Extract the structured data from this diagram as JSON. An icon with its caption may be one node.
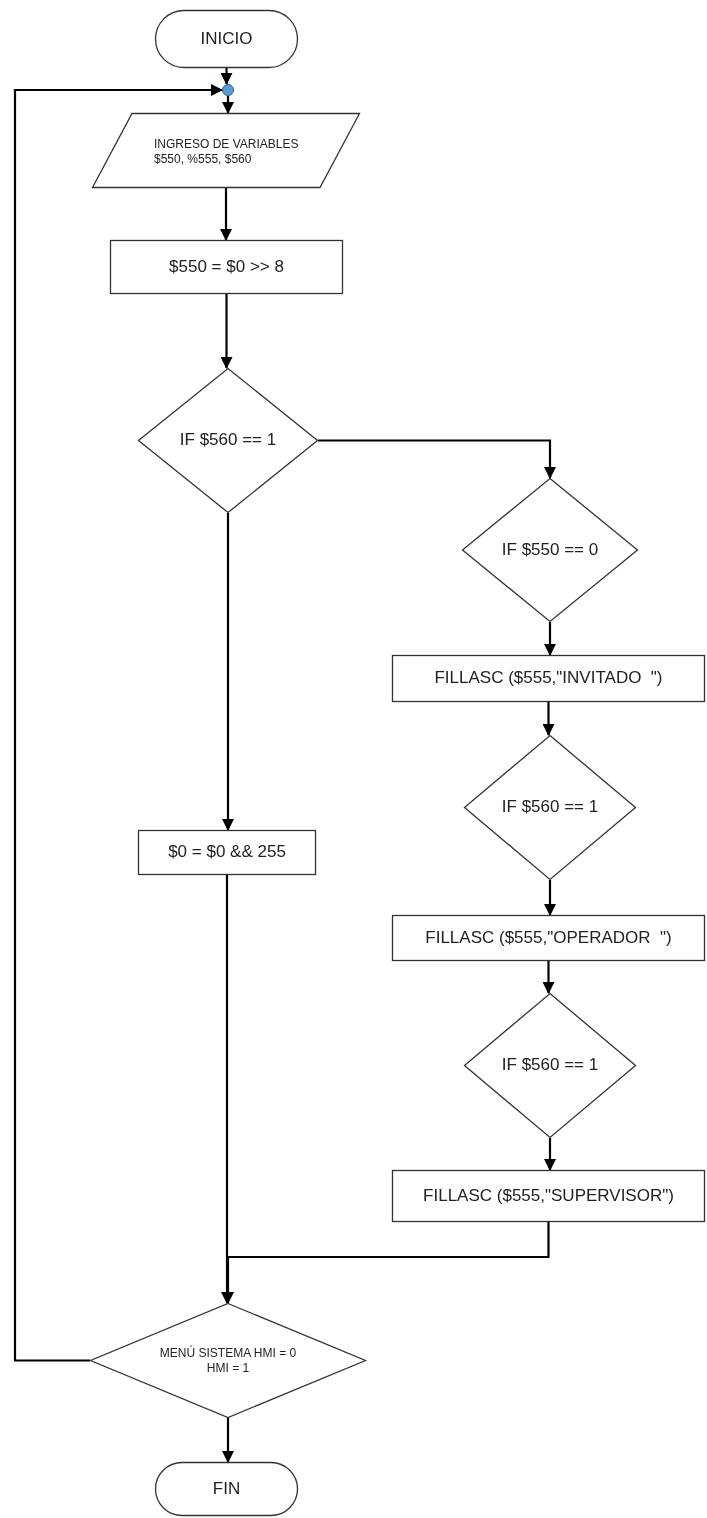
{
  "diagram": {
    "nodes": [
      {
        "text": [
          "INICIO"
        ]
      },
      {
        "text": [],
        "shape": "circle"
      },
      {
        "text": [
          "INGRESO DE VARIABLES $550, %555, $560"
        ]
      },
      {
        "text": [
          "$550 = $0 >> 8"
        ]
      },
      {
        "text": [
          "IF $560 == 1"
        ]
      },
      {
        "text": [
          "IF $550 == 0"
        ]
      },
      {
        "text": [
          "FILLASC ($555,\"INVITADO  \")"
        ]
      },
      {
        "text": [
          "IF $560 == 1"
        ]
      },
      {
        "text": [
          "FILLASC ($555,\"OPERADOR  \")"
        ]
      },
      {
        "text": [
          "IF $560 == 1"
        ]
      },
      {
        "text": [
          "FILLASC ($555,\"SUPERVISOR\")"
        ]
      },
      {
        "text": [
          "$0 = $0 && 255"
        ]
      },
      {
        "text": [
          "MENÚ SISTEMA HMI = 0 HMI = 1"
        ]
      },
      {
        "text": [
          "FIN"
        ]
      }
    ],
    "edges": [
      {
        "from": 0,
        "to": 1,
        "arrow": "to"
      },
      {
        "from": 1,
        "to": 2,
        "arrow": "to"
      },
      {
        "from": 2,
        "to": 3,
        "arrow": "to"
      },
      {
        "from": 3,
        "to": 4,
        "arrow": "to"
      },
      {
        "from": 4,
        "to": 5,
        "arrow": "to"
      },
      {
        "from": 4,
        "to": 11,
        "arrow": "to"
      },
      {
        "from": 5,
        "to": 6,
        "arrow": "to"
      },
      {
        "from": 6,
        "to": 7,
        "arrow": "to"
      },
      {
        "from": 7,
        "to": 8,
        "arrow": "to"
      },
      {
        "from": 8,
        "to": 9,
        "arrow": "to"
      },
      {
        "from": 9,
        "to": 10,
        "arrow": "to"
      },
      {
        "from": 10,
        "to": 12,
        "arrow": "to"
      },
      {
        "from": 11,
        "to": 12,
        "arrow": "to"
      },
      {
        "from": 12,
        "to": 1,
        "arrow": "to"
      },
      {
        "from": 12,
        "to": 13,
        "arrow": "to"
      }
    ]
  }
}
